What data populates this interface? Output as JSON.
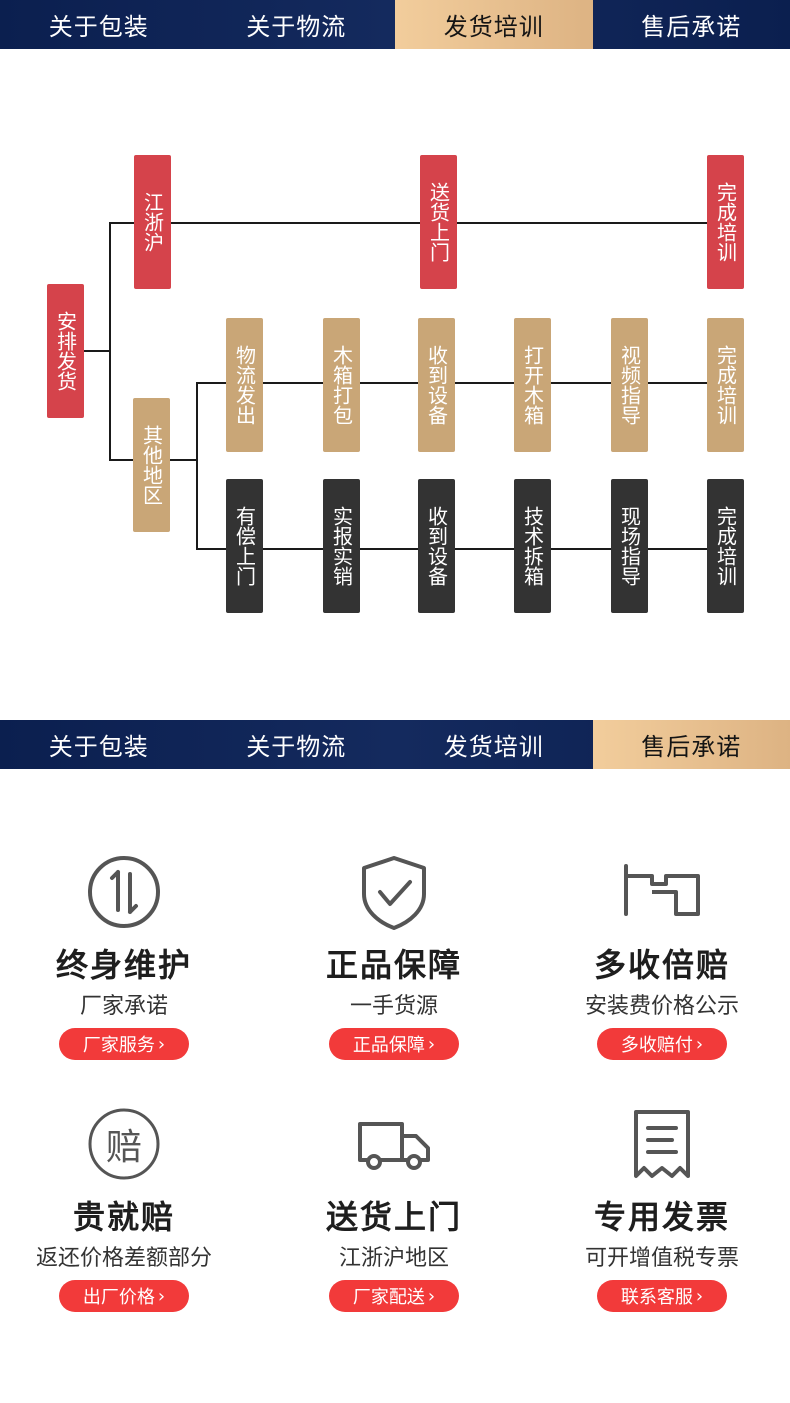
{
  "tabs_top": {
    "items": [
      "关于包装",
      "关于物流",
      "发货培训",
      "售后承诺"
    ],
    "active": 2
  },
  "tabs_bottom": {
    "items": [
      "关于包装",
      "关于物流",
      "发货培训",
      "售后承诺"
    ],
    "active": 3
  },
  "flow": {
    "root": "安排发货",
    "branch_a": {
      "label": "江浙沪",
      "steps": [
        "送货上门",
        "完成培训"
      ]
    },
    "branch_b": {
      "label": "其他地区",
      "row1": [
        "物流发出",
        "木箱打包",
        "收到设备",
        "打开木箱",
        "视频指导",
        "完成培训"
      ],
      "row2": [
        "有偿上门",
        "实报实销",
        "收到设备",
        "技术拆箱",
        "现场指导",
        "完成培训"
      ]
    },
    "colors": {
      "red": "#d5434b",
      "tan": "#c9a677",
      "dark": "#333333"
    }
  },
  "promises": [
    {
      "icon": "lifetime-maintenance-icon",
      "title": "终身维护",
      "sub": "厂家承诺",
      "button": "厂家服务"
    },
    {
      "icon": "shield-check-icon",
      "title": "正品保障",
      "sub": "一手货源",
      "button": "正品保障"
    },
    {
      "icon": "wall-mount-icon",
      "title": "多收倍赔",
      "sub": "安装费价格公示",
      "button": "多收赔付"
    },
    {
      "icon": "compensation-icon",
      "icon_text": "赔",
      "title": "贵就赔",
      "sub": "返还价格差额部分",
      "button": "出厂价格"
    },
    {
      "icon": "truck-icon",
      "title": "送货上门",
      "sub": "江浙沪地区",
      "button": "厂家配送"
    },
    {
      "icon": "invoice-icon",
      "title": "专用发票",
      "sub": "可开增值税专票",
      "button": "联系客服"
    }
  ],
  "accent_color": "#f23a3a",
  "nav_bg": "#0b1f4f",
  "active_tab_color": "#ddb383"
}
